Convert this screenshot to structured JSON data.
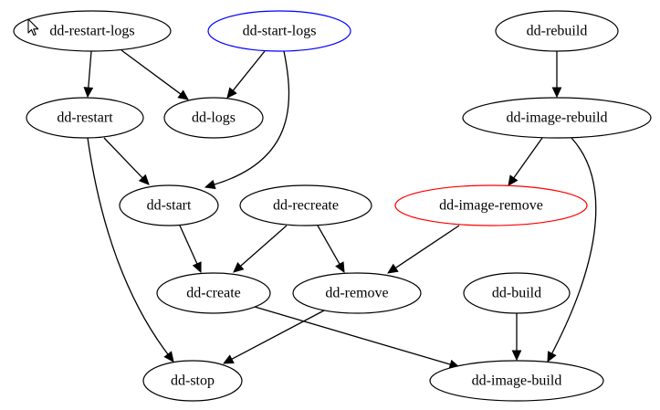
{
  "nodes": [
    {
      "id": "dd-restart-logs",
      "label": "dd-restart-logs",
      "color": "#000000"
    },
    {
      "id": "dd-start-logs",
      "label": "dd-start-logs",
      "color": "#0000ff"
    },
    {
      "id": "dd-rebuild",
      "label": "dd-rebuild",
      "color": "#000000"
    },
    {
      "id": "dd-restart",
      "label": "dd-restart",
      "color": "#000000"
    },
    {
      "id": "dd-logs",
      "label": "dd-logs",
      "color": "#000000"
    },
    {
      "id": "dd-image-rebuild",
      "label": "dd-image-rebuild",
      "color": "#000000"
    },
    {
      "id": "dd-start",
      "label": "dd-start",
      "color": "#000000"
    },
    {
      "id": "dd-recreate",
      "label": "dd-recreate",
      "color": "#000000"
    },
    {
      "id": "dd-image-remove",
      "label": "dd-image-remove",
      "color": "#ff0000"
    },
    {
      "id": "dd-create",
      "label": "dd-create",
      "color": "#000000"
    },
    {
      "id": "dd-remove",
      "label": "dd-remove",
      "color": "#000000"
    },
    {
      "id": "dd-build",
      "label": "dd-build",
      "color": "#000000"
    },
    {
      "id": "dd-stop",
      "label": "dd-stop",
      "color": "#000000"
    },
    {
      "id": "dd-image-build",
      "label": "dd-image-build",
      "color": "#000000"
    }
  ],
  "edges": [
    {
      "from": "dd-restart-logs",
      "to": "dd-restart"
    },
    {
      "from": "dd-restart-logs",
      "to": "dd-logs"
    },
    {
      "from": "dd-start-logs",
      "to": "dd-logs"
    },
    {
      "from": "dd-start-logs",
      "to": "dd-start"
    },
    {
      "from": "dd-rebuild",
      "to": "dd-image-rebuild"
    },
    {
      "from": "dd-restart",
      "to": "dd-start"
    },
    {
      "from": "dd-restart",
      "to": "dd-stop"
    },
    {
      "from": "dd-image-rebuild",
      "to": "dd-image-remove"
    },
    {
      "from": "dd-image-rebuild",
      "to": "dd-image-build"
    },
    {
      "from": "dd-start",
      "to": "dd-create"
    },
    {
      "from": "dd-recreate",
      "to": "dd-create"
    },
    {
      "from": "dd-recreate",
      "to": "dd-remove"
    },
    {
      "from": "dd-image-remove",
      "to": "dd-remove"
    },
    {
      "from": "dd-create",
      "to": "dd-image-build"
    },
    {
      "from": "dd-remove",
      "to": "dd-stop"
    },
    {
      "from": "dd-build",
      "to": "dd-image-build"
    }
  ]
}
